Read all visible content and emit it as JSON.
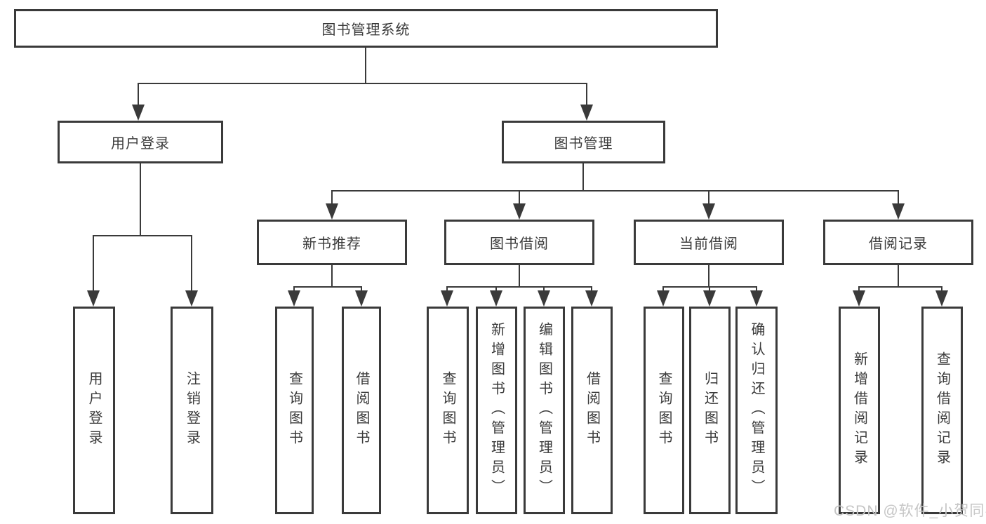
{
  "nodes": {
    "root": "图书管理系统",
    "level2": {
      "user_login": "用户登录",
      "book_management": "图书管理"
    },
    "level3": {
      "new_book_recommend": "新书推荐",
      "book_borrow": "图书借阅",
      "current_borrow": "当前借阅",
      "borrow_records": "借阅记录"
    },
    "leaves": {
      "user_login": [
        "用户登录",
        "注销登录"
      ],
      "new_book_recommend": [
        "查询图书",
        "借阅图书"
      ],
      "book_borrow": [
        "查询图书",
        "新增图书（管理员）",
        "编辑图书（管理员）",
        "借阅图书"
      ],
      "current_borrow": [
        "查询图书",
        "归还图书",
        "确认归还（管理员）"
      ],
      "borrow_records": [
        "新增借阅记录",
        "查询借阅记录"
      ]
    }
  },
  "watermark": "CSDN @软件_小贺同学",
  "colors": {
    "line": "#3a3a3a",
    "text": "#3a3a3a",
    "watermark": "#c6c6c6",
    "background": "#ffffff"
  }
}
